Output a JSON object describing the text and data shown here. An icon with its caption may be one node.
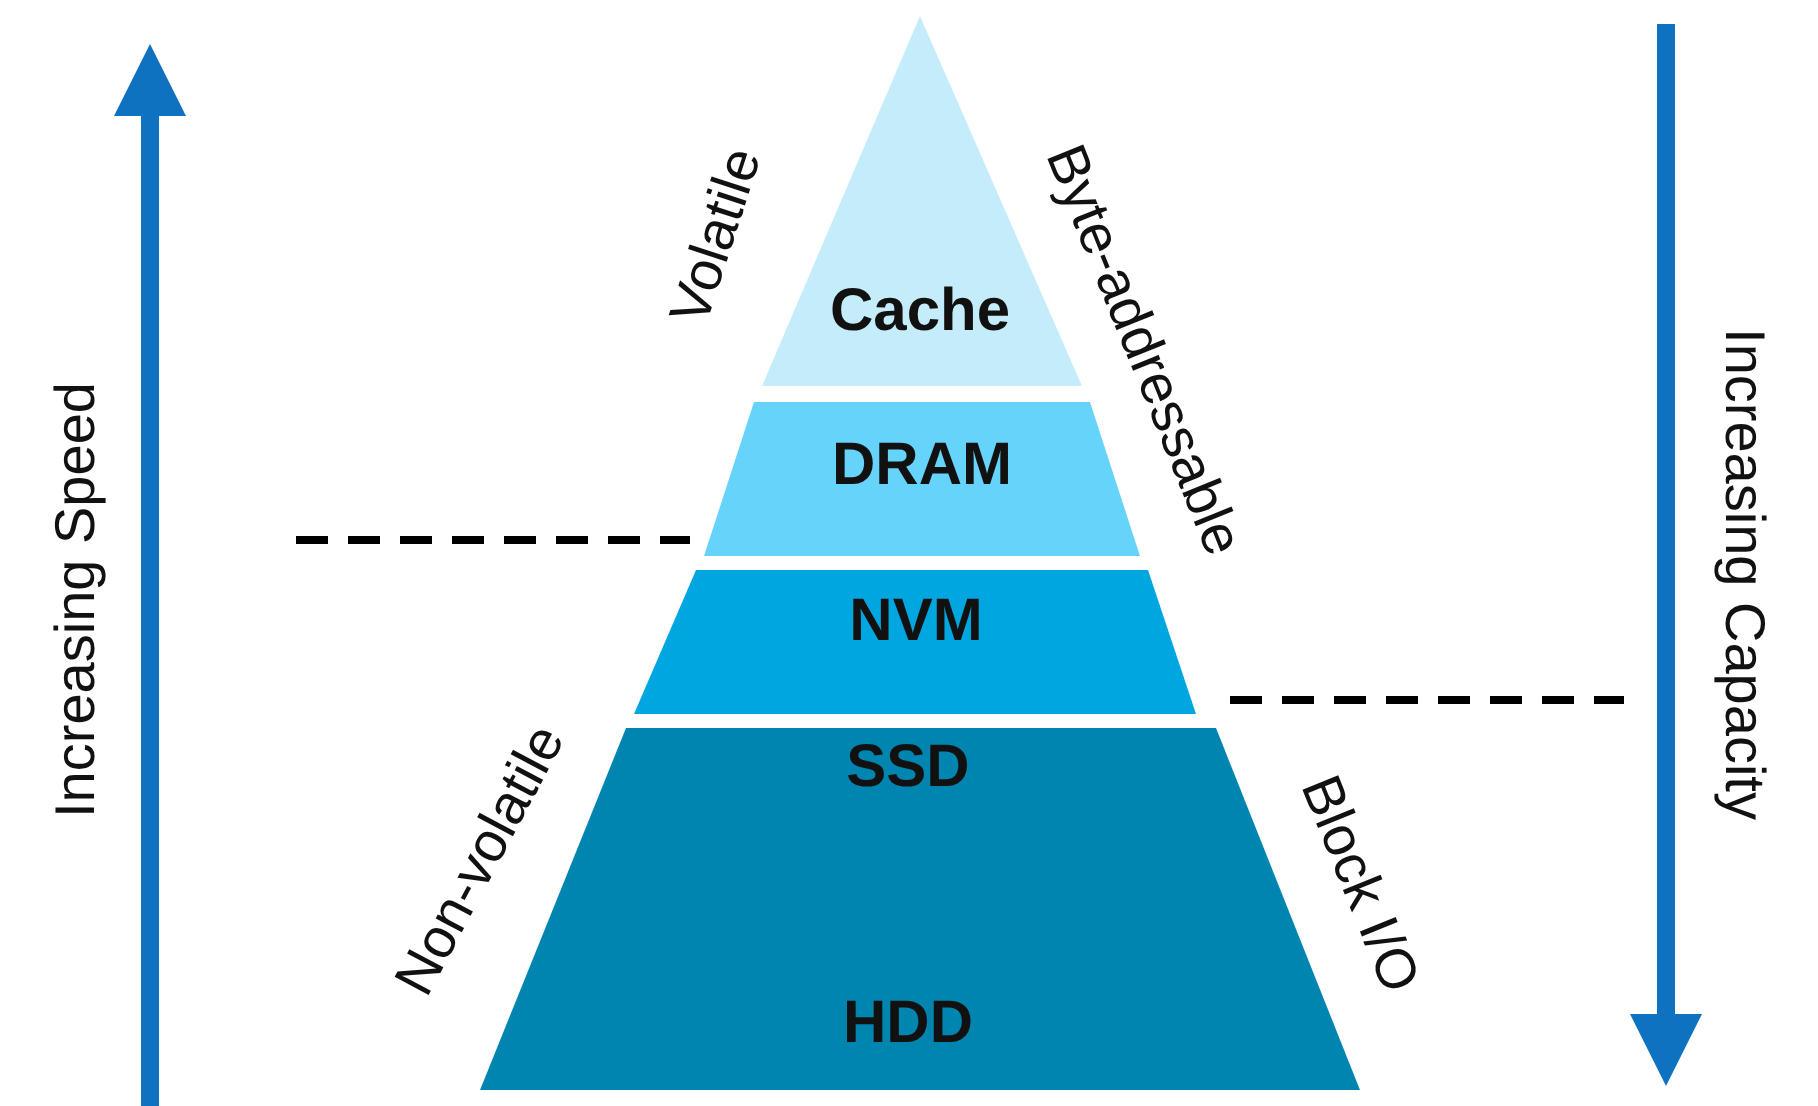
{
  "diagram": {
    "nodes": [
      {
        "text": [
          "Cache"
        ]
      },
      {
        "text": [
          "DRAM"
        ]
      },
      {
        "text": [
          "NVM"
        ]
      },
      {
        "text": [
          "SSD",
          "HDD"
        ]
      }
    ],
    "edges": [],
    "labels": [
      "Increasing Speed",
      "Volatile",
      "Byte-addressable",
      "Increasing Capacity",
      "Non-volatile",
      "Block I/O"
    ]
  }
}
